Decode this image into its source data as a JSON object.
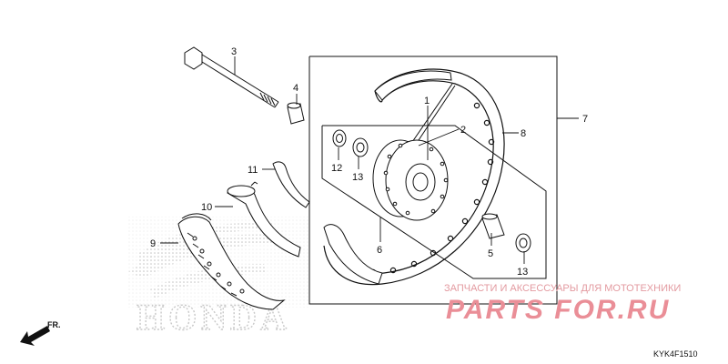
{
  "diagram": {
    "callouts": [
      {
        "id": "1",
        "label": "1"
      },
      {
        "id": "2",
        "label": "2"
      },
      {
        "id": "3",
        "label": "3"
      },
      {
        "id": "4",
        "label": "4"
      },
      {
        "id": "5",
        "label": "5"
      },
      {
        "id": "6",
        "label": "6"
      },
      {
        "id": "7",
        "label": "7"
      },
      {
        "id": "8",
        "label": "8"
      },
      {
        "id": "9",
        "label": "9"
      },
      {
        "id": "10",
        "label": "10"
      },
      {
        "id": "11",
        "label": "11"
      },
      {
        "id": "12",
        "label": "12"
      },
      {
        "id": "13a",
        "label": "13"
      },
      {
        "id": "13b",
        "label": "13"
      }
    ],
    "direction_label": "FR.",
    "diagram_code": "KYK4F1510"
  },
  "watermark": {
    "tagline": "ЗАПЧАСТИ И АКСЕССУАРЫ ДЛЯ МОТОТЕХНИКИ",
    "logo_text": "PARTS FOR.RU",
    "brand_text": "HONDA"
  },
  "colors": {
    "line": "#111111",
    "watermark_pink": "#e8949c",
    "watermark_gray": "#c9c9c9"
  }
}
